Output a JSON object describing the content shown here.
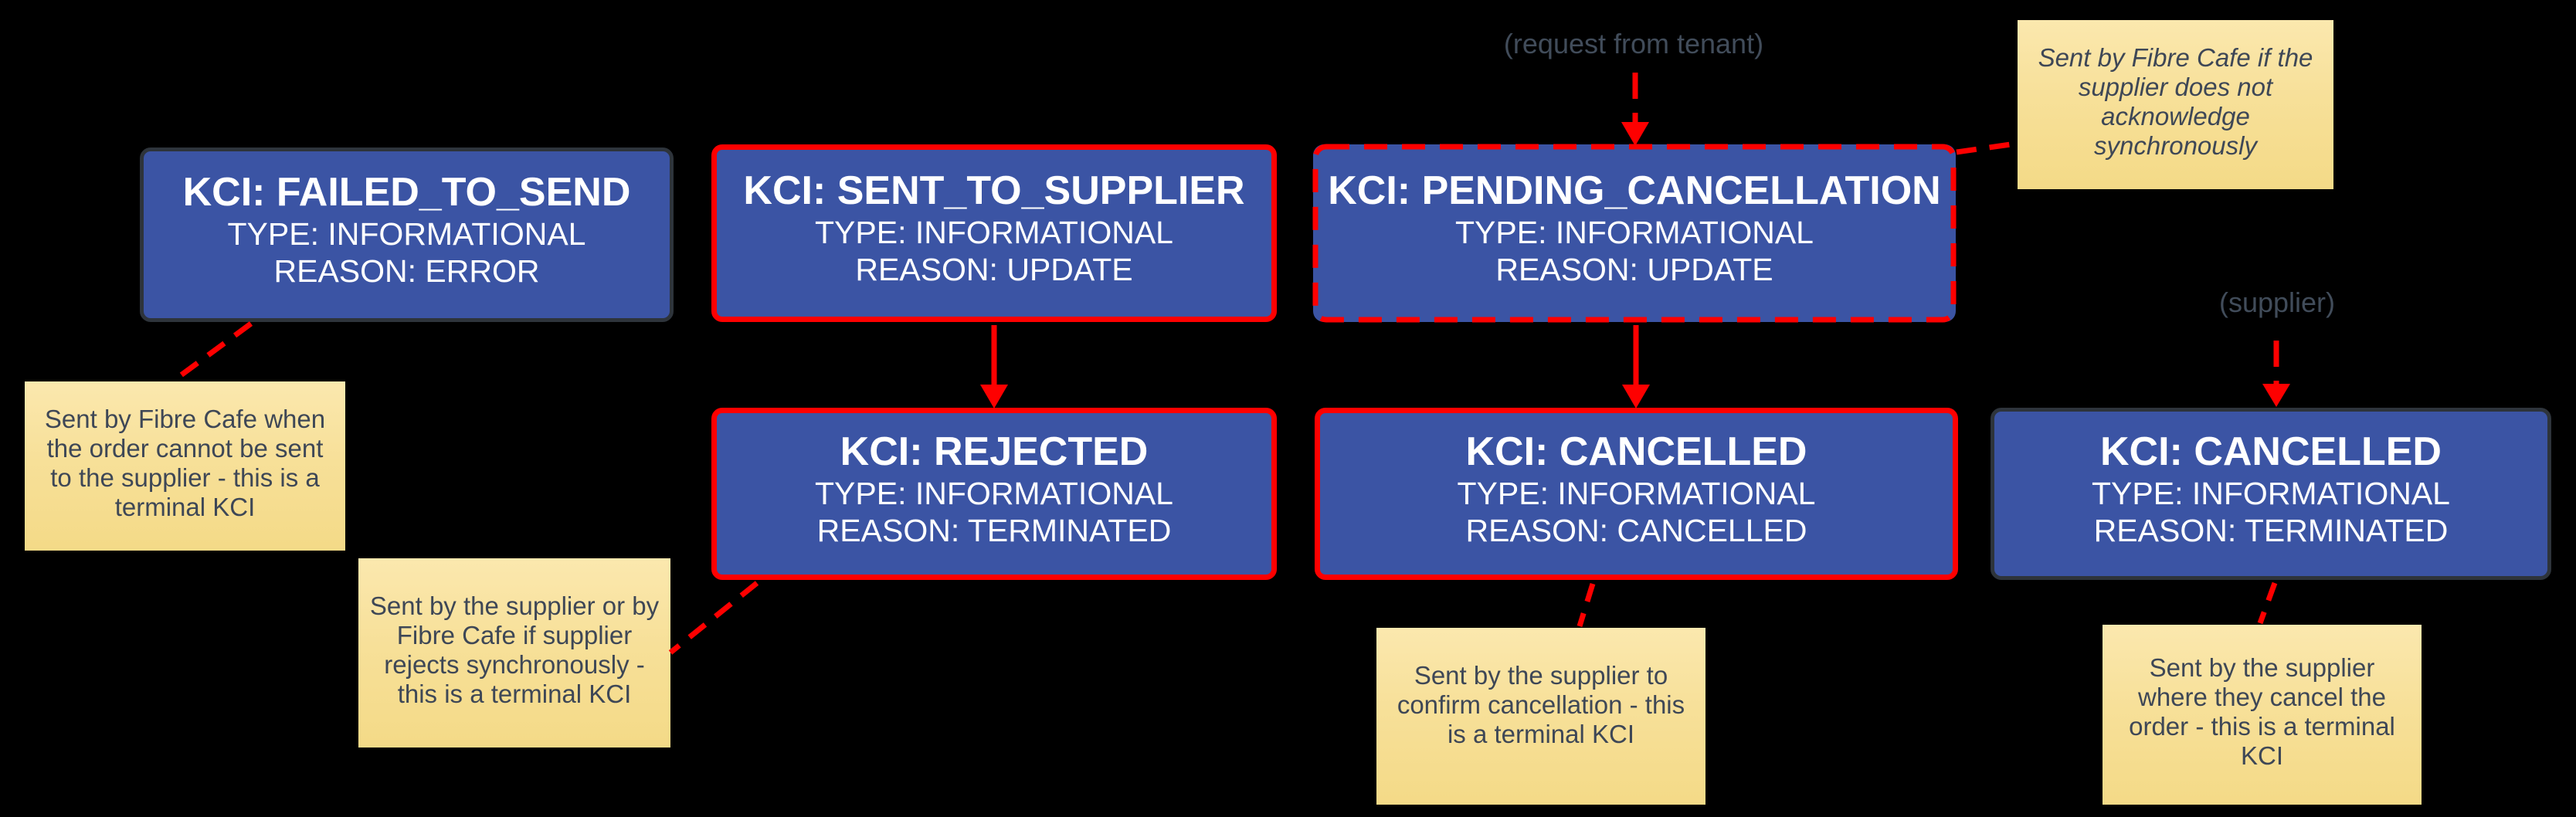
{
  "diagram": {
    "background_color": "#000000",
    "node_fill_color": "#3B54A4",
    "node_text_color": "#FFFFFF",
    "red_accent_color": "#FE0000",
    "dark_border_color": "#2E343B",
    "note_bg_color": "#F7E099",
    "note_text_color": "#3E4756",
    "annotation_text_color": "#414C5A"
  },
  "nodes": [
    {
      "id": "failed-to-send",
      "title": "KCI: FAILED_TO_SEND",
      "type_line": "TYPE: INFORMATIONAL",
      "reason_line": "REASON: ERROR",
      "border_style": "dark-solid"
    },
    {
      "id": "sent-to-supplier",
      "title": "KCI: SENT_TO_SUPPLIER",
      "type_line": "TYPE: INFORMATIONAL",
      "reason_line": "REASON: UPDATE",
      "border_style": "red-solid"
    },
    {
      "id": "pending-cancellation",
      "title": "KCI: PENDING_CANCELLATION",
      "type_line": "TYPE: INFORMATIONAL",
      "reason_line": "REASON: UPDATE",
      "border_style": "red-dashed"
    },
    {
      "id": "rejected",
      "title": "KCI: REJECTED",
      "type_line": "TYPE: INFORMATIONAL",
      "reason_line": "REASON: TERMINATED",
      "border_style": "red-solid"
    },
    {
      "id": "cancelled-mid",
      "title": "KCI: CANCELLED",
      "type_line": "TYPE: INFORMATIONAL",
      "reason_line": "REASON: CANCELLED",
      "border_style": "red-solid"
    },
    {
      "id": "cancelled-right",
      "title": "KCI: CANCELLED",
      "type_line": "TYPE: INFORMATIONAL",
      "reason_line": "REASON: TERMINATED",
      "border_style": "dark-solid"
    }
  ],
  "notes": [
    {
      "id": "note-failed-to-send",
      "text": "Sent by Fibre Cafe when the order cannot be sent to the supplier - this is a terminal KCI",
      "italic": false
    },
    {
      "id": "note-rejected",
      "text": "Sent by the supplier or by Fibre Cafe if supplier rejects synchronously - this is a terminal KCI",
      "italic": false
    },
    {
      "id": "note-pending-cancellation",
      "text": "Sent by Fibre Cafe if the supplier does not acknowledge synchronously",
      "italic": true
    },
    {
      "id": "note-cancelled-mid",
      "text": "Sent by the supplier to confirm cancellation - this is a terminal KCI",
      "italic": false
    },
    {
      "id": "note-cancelled-right",
      "text": "Sent by the supplier where they cancel the order - this is a terminal KCI",
      "italic": false
    }
  ],
  "annotations": [
    {
      "id": "request-from-tenant",
      "text": "(request from tenant)"
    },
    {
      "id": "supplier",
      "text": "(supplier)"
    }
  ]
}
